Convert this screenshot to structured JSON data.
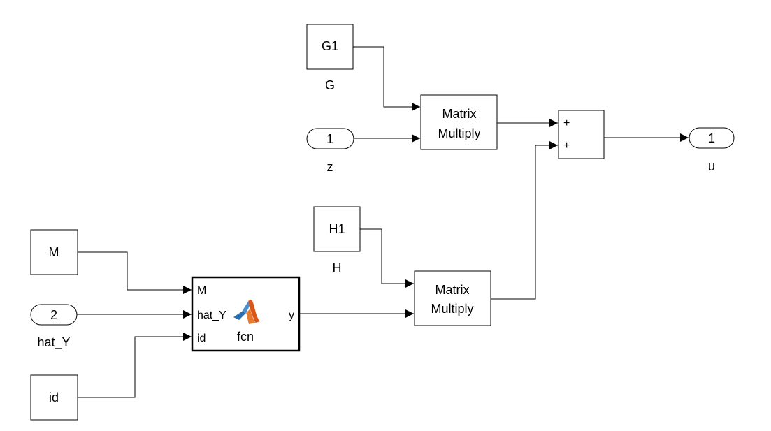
{
  "blocks": {
    "g1_const": {
      "value": "G1",
      "label": "G"
    },
    "z_inport": {
      "value": "1",
      "label": "z"
    },
    "mm_top": {
      "line1": "Matrix",
      "line2": "Multiply"
    },
    "sum": {
      "sign1": "+",
      "sign2": "+"
    },
    "u_outport": {
      "value": "1",
      "label": "u"
    },
    "h1_const": {
      "value": "H1",
      "label": "H"
    },
    "mm_bottom": {
      "line1": "Matrix",
      "line2": "Multiply"
    },
    "m_const": {
      "value": "M"
    },
    "haty_inport": {
      "value": "2",
      "label": "hat_Y"
    },
    "id_const": {
      "value": "id"
    },
    "fcn": {
      "in1": "M",
      "in2": "hat_Y",
      "in3": "id",
      "out1": "y",
      "name": "fcn"
    }
  }
}
